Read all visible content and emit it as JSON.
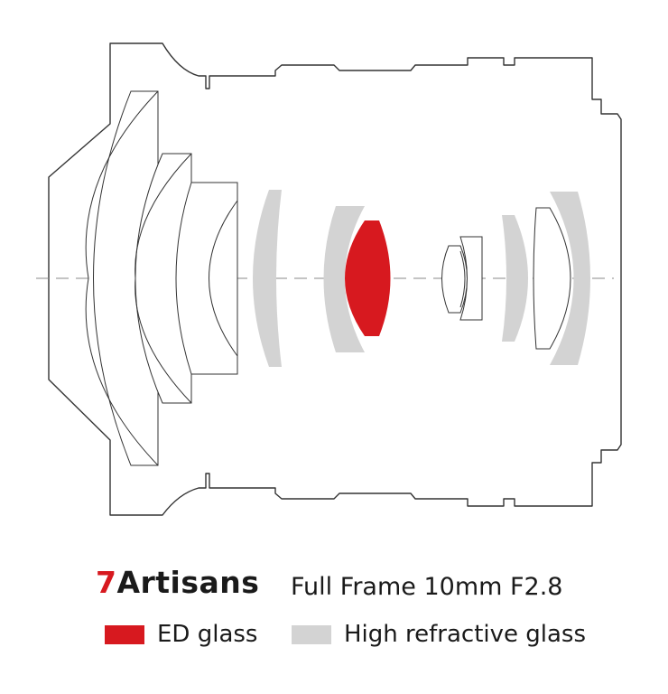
{
  "brand": {
    "seven": "7",
    "name": "Artisans"
  },
  "product": "Full Frame 10mm F2.8",
  "colors": {
    "ed_glass": "#d7191f",
    "high_refractive": "#d3d3d3",
    "outline": "#333333",
    "axis": "#888888"
  },
  "legend": [
    {
      "label": "ED glass",
      "color": "#d7191f"
    },
    {
      "label": "High refractive glass",
      "color": "#d3d3d3"
    }
  ],
  "elements": [
    {
      "id": "e1",
      "glass": "standard"
    },
    {
      "id": "e2",
      "glass": "standard"
    },
    {
      "id": "e3",
      "glass": "standard"
    },
    {
      "id": "e4",
      "glass": "high_refractive"
    },
    {
      "id": "e5",
      "glass": "high_refractive"
    },
    {
      "id": "e6",
      "glass": "ed"
    },
    {
      "id": "e7",
      "glass": "standard"
    },
    {
      "id": "e8",
      "glass": "standard"
    },
    {
      "id": "e9",
      "glass": "high_refractive"
    },
    {
      "id": "e10",
      "glass": "high_refractive"
    }
  ]
}
